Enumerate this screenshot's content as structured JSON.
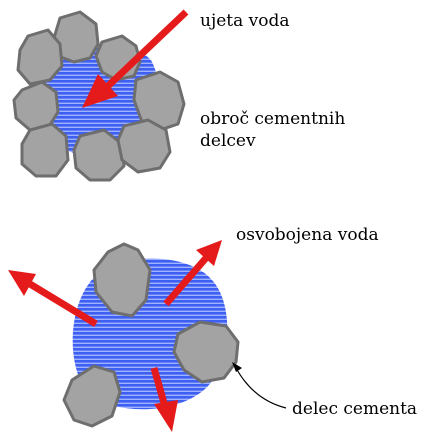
{
  "labels": {
    "top_arrow": "ujeta voda",
    "ring_line1": "obroč cementnih",
    "ring_line2": "delcev",
    "released_water": "osvobojena voda",
    "cement_particle": "delec cementa"
  },
  "colors": {
    "water_blue": "#3d5ff2",
    "water_stripe": "#9fb1ff",
    "particle_fill": "#a3a3a3",
    "particle_stroke": "#6e6e6e",
    "arrow_red": "#e51b1b"
  }
}
